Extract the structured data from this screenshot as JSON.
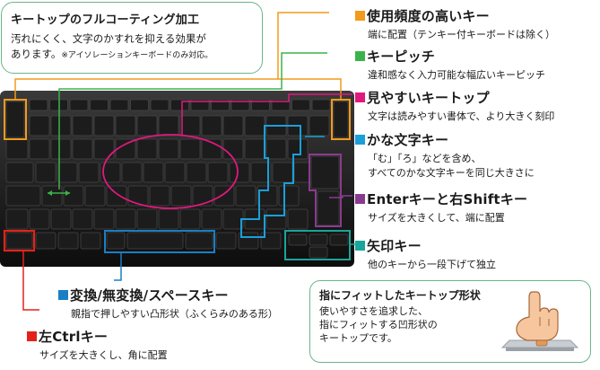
{
  "callout": {
    "title": "キートップのフルコーティング加工",
    "body_line1": "汚れにくく、文字のかすれを抑える効果が",
    "body_line2": "あります。",
    "note": "※アイソレーションキーボードのみ対応。"
  },
  "features": [
    {
      "title": "使用頻度の高いキー",
      "desc": [
        "端に配置（テンキー付キーボードは除く）"
      ],
      "color": "#f29a1c"
    },
    {
      "title": "キーピッチ",
      "desc": [
        "違和感なく入力可能な幅広いキーピッチ"
      ],
      "color": "#3cb34a"
    },
    {
      "title": "見やすいキートップ",
      "desc": [
        "文字は読みやすい書体で、より大きく刻印"
      ],
      "color": "#e0197d"
    },
    {
      "title": "かな文字キー",
      "desc": [
        "「む」「ろ」などを含め、",
        "すべてのかな文字キーを同じ大きさに"
      ],
      "color": "#1a9fd9"
    },
    {
      "title": "Enterキーと右Shiftキー",
      "desc": [
        "サイズを大きくして、端に配置"
      ],
      "color": "#8a3b8f"
    },
    {
      "title": "矢印キー",
      "desc": [
        "他のキーから一段下げて独立"
      ],
      "color": "#19a59a"
    },
    {
      "title": "変換/無変換/スペースキー",
      "desc": [
        "親指で押しやすい凸形状（ふくらみのある形）"
      ],
      "color": "#1a7fc4"
    },
    {
      "title": "左Ctrlキー",
      "desc": [
        "サイズを大きくし、角に配置"
      ],
      "color": "#e2231a"
    }
  ],
  "tip": {
    "title": "指にフィットしたキートップ形状",
    "body_line1": "使いやすさを追求した、",
    "body_line2": "指にフィットする凹形状の",
    "body_line3": "キートップです。"
  }
}
